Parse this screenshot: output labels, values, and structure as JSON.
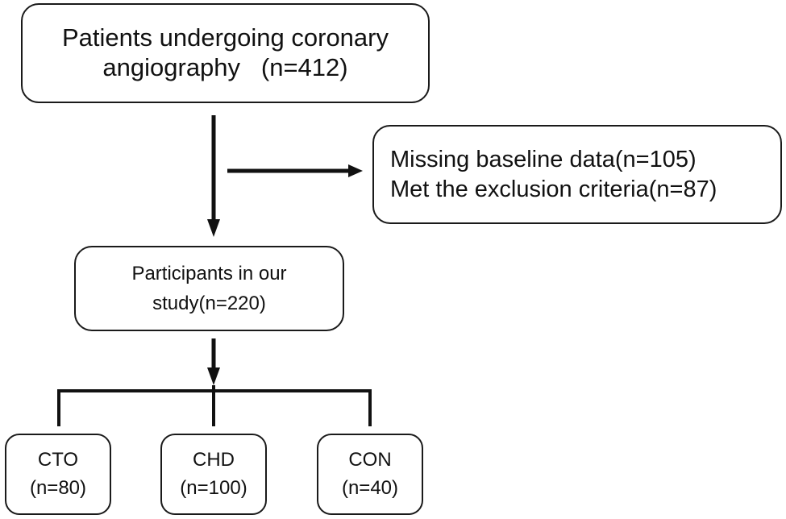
{
  "boxes": {
    "patients": {
      "line1": "Patients undergoing coronary",
      "line2": "angiography   (n=412)"
    },
    "excluded": {
      "line1": "Missing baseline data(n=105)",
      "line2": "Met the exclusion criteria(n=87)"
    },
    "participants": {
      "line1": "Participants in our",
      "line2": "study(n=220)"
    }
  },
  "groups": [
    {
      "label": "CTO",
      "count": "(n=80)"
    },
    {
      "label": "CHD",
      "count": "(n=100)"
    },
    {
      "label": "CON",
      "count": "(n=40)"
    }
  ],
  "colors": {
    "stroke": "#1a1a1a",
    "background": "#ffffff"
  }
}
